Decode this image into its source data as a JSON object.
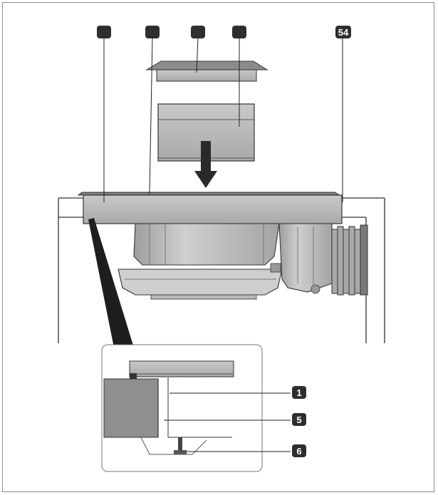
{
  "callouts": {
    "top_badge_1": "",
    "top_badge_2": "",
    "top_badge_3": "",
    "top_badge_4": "",
    "top_badge_5": "54",
    "detail_1": "1",
    "detail_5": "5",
    "detail_6": "6"
  },
  "colors": {
    "part_gray": "#b9b9b9",
    "part_dark": "#8f8f8f",
    "badge": "#2e2e2e",
    "line": "#333333",
    "frame": "#8a8a8a"
  }
}
